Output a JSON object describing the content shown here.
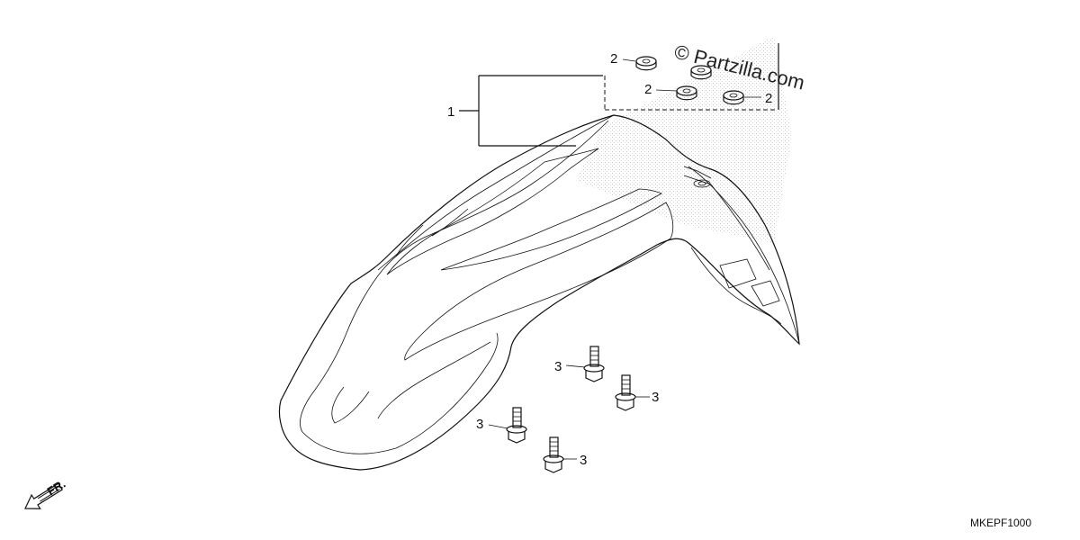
{
  "diagram": {
    "callouts": {
      "fender_assembly": "1",
      "nut_a": "2",
      "nut_b": "2",
      "nut_c": "2",
      "bolt_a": "3",
      "bolt_b": "3",
      "bolt_c": "3",
      "bolt_d": "3"
    },
    "watermark": "© Partzilla.com",
    "front_indicator": "FR.",
    "diagram_code": "MKEPF1000"
  }
}
